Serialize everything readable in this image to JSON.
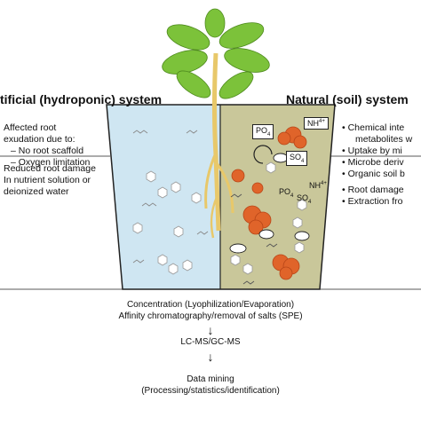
{
  "headers": {
    "left": "tificial (hydroponic) system",
    "right": "Natural (soil) system"
  },
  "left_notes": {
    "line1": "Affected root",
    "line2": "exudation due to:",
    "bullet1": "–  No root scaffold",
    "bullet2": "–  Oxygen limitation",
    "line3": "Reduced root damage",
    "line4": "In nutrient solution or",
    "line5": "deionized water"
  },
  "right_notes": {
    "b1": "•  Chemical inte",
    "b1b": "metabolites w",
    "b2": "•  Uptake by mi",
    "b3": "•  Microbe deriv",
    "b4": "•  Organic soil b",
    "b5": "•  Root damage",
    "b6": "•  Extraction fro"
  },
  "chem_labels": {
    "po4_top": "PO",
    "nh4_top": "NH",
    "so4_top": "SO",
    "po4_mid": "PO",
    "so4_mid": "SO",
    "nh4_mid": "NH",
    "sub4": "4",
    "sup_plus": "4+"
  },
  "workflow": {
    "step1": "Concentration (Lyophilization/Evaporation)",
    "step2": "Affinity chromatography/removal of salts (SPE)",
    "arrow": "↓",
    "step3": "LC-MS/GC-MS",
    "step4": "Data mining",
    "step5": "(Processing/statistics/identification)"
  },
  "colors": {
    "water": "#cfe6f2",
    "soil": "#c9c79a",
    "leaf": "#7cc23a",
    "root": "#e8c86a",
    "clump": "#e0642a",
    "outline": "#222222"
  }
}
